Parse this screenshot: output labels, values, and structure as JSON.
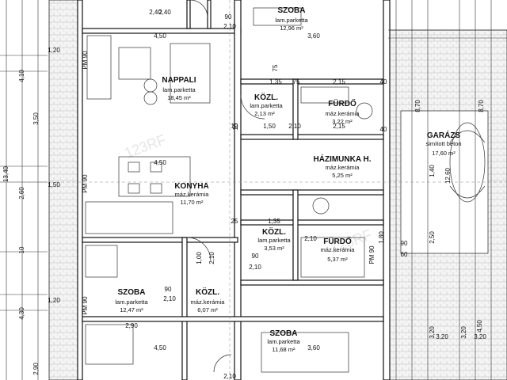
{
  "rooms": [
    {
      "name": "SZOBA",
      "floor": "lam.parketta",
      "area": "12,96 m²"
    },
    {
      "name": "NAPPALI",
      "floor": "lam.parketta",
      "area": "18,45 m²"
    },
    {
      "name": "KÖZL.",
      "floor": "lam.parketta",
      "area": "2,13 m²"
    },
    {
      "name": "FÜRDŐ",
      "floor": "máz.kerámia",
      "area": "3,22 m²"
    },
    {
      "name": "HÁZIMUNKA H.",
      "floor": "máz.kerámia",
      "area": "5,25 m²"
    },
    {
      "name": "KONYHA",
      "floor": "máz.kerámia",
      "area": "11,70 m²"
    },
    {
      "name": "GARÁZS",
      "floor": "simított beton",
      "area": "17,60 m²"
    },
    {
      "name": "KÖZL.",
      "floor": "lam.parketta",
      "area": "3,53 m²"
    },
    {
      "name": "FÜRDŐ",
      "floor": "máz.kerámia",
      "area": "5,37 m²"
    },
    {
      "name": "SZOBA",
      "floor": "lam.parketta",
      "area": "12,47 m²"
    },
    {
      "name": "KÖZL.",
      "floor": "máz.kerámia",
      "area": "6,07 m²"
    },
    {
      "name": "SZOBA",
      "floor": "lam.parketta",
      "area": "11,68 m²"
    }
  ],
  "horizontal_dims": [
    "2,40",
    "2,40",
    "90",
    "2,10",
    "4,50",
    "3,60",
    "1,35",
    "75",
    "2,15",
    "40",
    "10",
    "1,50",
    "2,10",
    "2,15",
    "4,50",
    "1,35",
    "2,10",
    "25",
    "2,10",
    "90",
    "2,10",
    "90",
    "2,10",
    "2,90",
    "4,50",
    "3,60",
    "3,20",
    "3,20"
  ],
  "vertical_dims": [
    "4,10",
    "3,50",
    "13,40",
    "1,20",
    "1,50",
    "2,60",
    "10",
    "4,30",
    "2,90",
    "1,20",
    "12,60",
    "8,70",
    "8,70",
    "1,40",
    "2,50",
    "4,50",
    "3,20",
    "3,20",
    "90",
    "60",
    "2,10",
    "1,00",
    "75",
    "10",
    "40",
    "1,80"
  ],
  "pm_labels": [
    "PM 90",
    "PM 90",
    "PM 90",
    "PM 90"
  ],
  "watermark": "123RF"
}
